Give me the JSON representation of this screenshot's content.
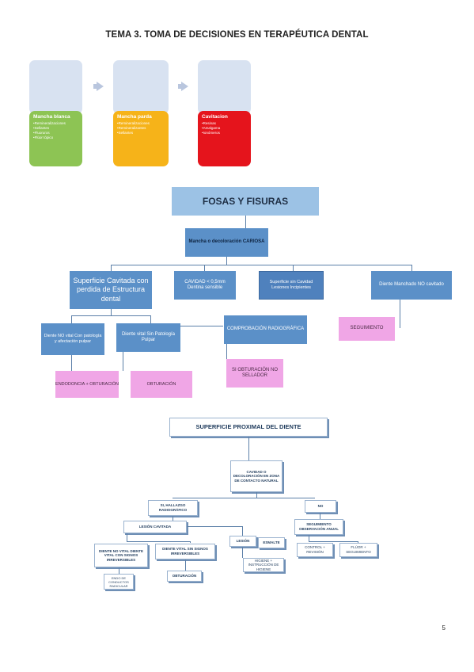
{
  "page": {
    "title": "TEMA 3. TOMA DE DECISIONES EN TERAPÉUTICA DENTAL",
    "number": "5"
  },
  "colors": {
    "green": "#8dc454",
    "orange": "#f6b319",
    "red": "#e5141c",
    "blue": "#5b90c8",
    "lightblue": "#9cc2e5",
    "pink": "#f0a6e6"
  },
  "stages": [
    {
      "title": "Mancha blanca",
      "bullets": [
        "•Remineralizaciones",
        "•Sellantes",
        "•Fluoruros",
        "•Flúor tópico"
      ],
      "color": "#8dc454"
    },
    {
      "title": "Mancha parda",
      "bullets": [
        "•Remineralizaciones",
        "•Remineralizantes",
        "•Sellantes"
      ],
      "color": "#f6b319"
    },
    {
      "title": "Cavitacion",
      "bullets": [
        "•Resinas",
        "•Amalgama",
        "•Ionómeros"
      ],
      "color": "#e5141c"
    }
  ],
  "fosas": {
    "header": "FOSAS Y FISURAS",
    "mancha": "Mancha o decoloración CARIOSA",
    "superficie": "Superficie Cavitada con perdida de Estructura dental",
    "cavidad": "CAVIDAD < 0,5mm Dentina sensible",
    "superficie_sin": "Superficie sin Cavidad Lesiones Incipientes",
    "diente_manchado": "Diente Manchado NO cavitado",
    "diente_no_vital": "Diente NO vital Con patología y afectación pulpar",
    "diente_vital": "Diente vital Sin Patología Pulpar",
    "comprobacion": "COMPROBACIÓN RADIOGRÁFICA",
    "seguimiento": "SEGUIMIENTO",
    "obturacion": "SI OBTURACIÓN NO SELLADOR",
    "endo": "ENDODONCIA + OBTURACIÓN",
    "restauracion": "OBTURACIÓN"
  },
  "proximal": {
    "header": "SUPERFICIE PROXIMAL DEL DIENTE",
    "cavidad": "CAVIDAD O DECOLORACIÓN EN ZONA DE CONTACTO NATURAL",
    "si": "SI, HALLAZGO RADIOGRÁFICO",
    "no": "NO",
    "lesion_cavitada": "LESIÓN CAVITADA",
    "lesion": "LESIÓN",
    "esmalte": "ESMALTE",
    "seguimiento": "SEGUIMIENTO OBSERVACIÓN ANUAL",
    "no_vital": "DIENTE NO VITAL DIENTE VITAL CON SIGNOS IRREVERSIBLES",
    "vital": "DIENTE VITAL SIN SIGNOS IRREVERSIBLES",
    "endo": "ENDO DE CONDUCTOS RADICULAR",
    "obturacion": "OBTURACIÓN",
    "higiene": "HIGIENE + INSTRUCCIÓN DE HIGIENE",
    "control": "CONTROL + REVISIÓN",
    "fluor": "FLÚOR + SEGUIMIENTO"
  }
}
